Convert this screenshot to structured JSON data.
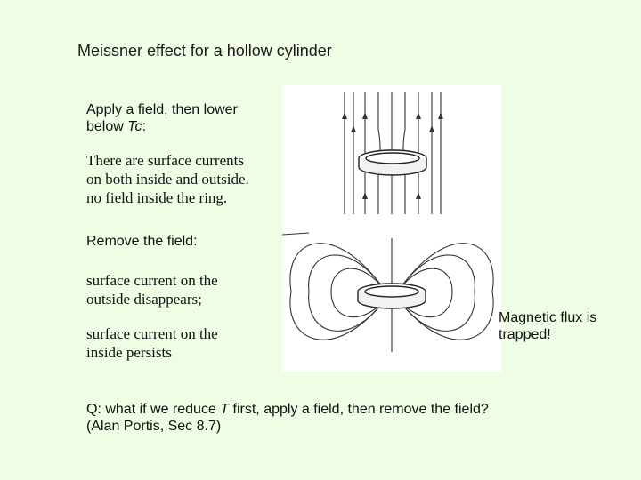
{
  "title": "Meissner effect for a hollow cylinder",
  "step1": {
    "line1": "Apply a field, then lower",
    "line2_prefix": "below ",
    "line2_var": "Tc",
    "line2_suffix": ":"
  },
  "step1_result": {
    "line1": "There are surface currents",
    "line2": "on both inside and outside.",
    "line3": "no field inside the ring."
  },
  "step2": {
    "label": "Remove the field:"
  },
  "step2_outside": {
    "line1": "surface current on the",
    "line2": "outside disappears;"
  },
  "step2_inside": {
    "line1": "surface current on the",
    "line2": "inside persists"
  },
  "flux_note": {
    "line1": "Magnetic flux is",
    "line2": "trapped!"
  },
  "question": {
    "line1_prefix": "Q: what if we reduce ",
    "line1_var": "T",
    "line1_suffix": " first, apply a field, then remove the field?",
    "line2": "(Alan Portis, Sec 8.7)"
  },
  "colors": {
    "background": "#eefde4",
    "text": "#111111",
    "figure_background": "#ffffff",
    "figure_ink": "#333333"
  }
}
